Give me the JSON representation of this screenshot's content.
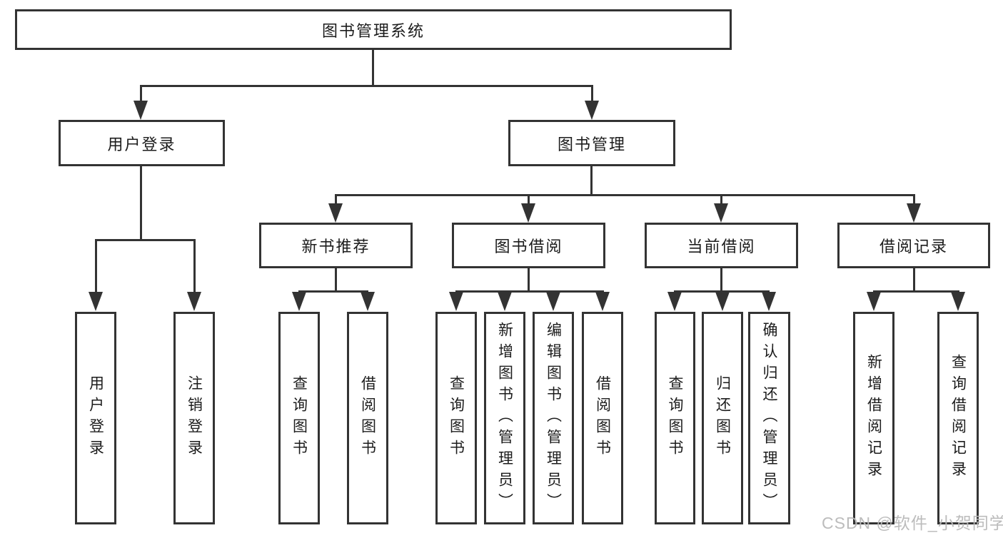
{
  "tree": {
    "root": {
      "label": "图书管理系统",
      "children": [
        {
          "label": "用户登录",
          "children": [
            {
              "label": "用户登录"
            },
            {
              "label": "注销登录"
            }
          ]
        },
        {
          "label": "图书管理",
          "children": [
            {
              "label": "新书推荐",
              "children": [
                {
                  "label": "查询图书"
                },
                {
                  "label": "借阅图书"
                }
              ]
            },
            {
              "label": "图书借阅",
              "children": [
                {
                  "label": "查询图书"
                },
                {
                  "label": "新增图书（管理员）"
                },
                {
                  "label": "编辑图书（管理员）"
                },
                {
                  "label": "借阅图书"
                }
              ]
            },
            {
              "label": "当前借阅",
              "children": [
                {
                  "label": "查询图书"
                },
                {
                  "label": "归还图书"
                },
                {
                  "label": "确认归还（管理员）"
                }
              ]
            },
            {
              "label": "借阅记录",
              "children": [
                {
                  "label": "新增借阅记录"
                },
                {
                  "label": "查询借阅记录"
                }
              ]
            }
          ]
        }
      ]
    }
  },
  "watermark": {
    "text": "CSDN @软件_小贺同学"
  },
  "colors": {
    "line": "#333333",
    "text": "#1c1c1c",
    "background": "#ffffff",
    "watermark": "#b9b9b9"
  }
}
